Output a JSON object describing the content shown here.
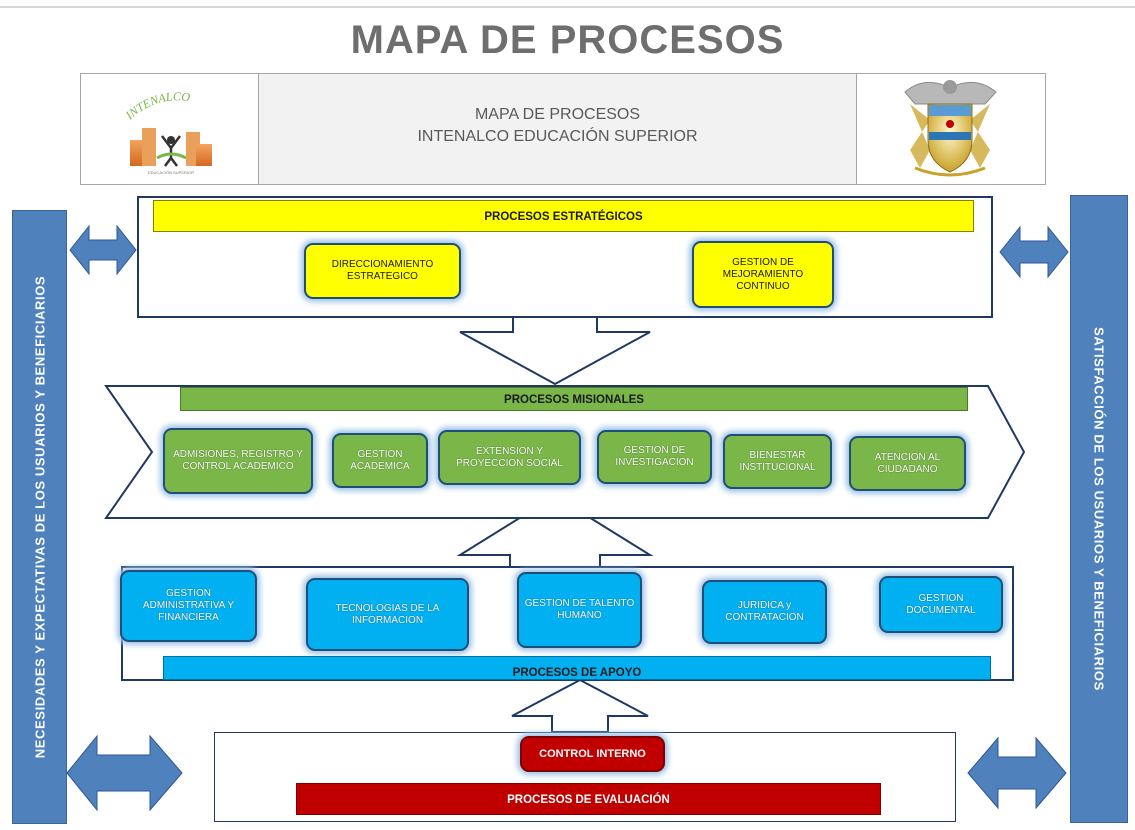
{
  "title": "MAPA DE PROCESOS",
  "header": {
    "line1": "MAPA DE PROCESOS",
    "line2": "INTENALCO EDUCACIÓN SUPERIOR",
    "logo_text": "INTENALCO",
    "logo_subtext": "EDUCACIÓN SUPERIOR"
  },
  "left_label": "NECESIDADES Y EXPECTATIVAS DE LOS USUARIOS Y BENEFICIARIOS",
  "right_label": "SATISFACCIÓN DE LOS USUARIOS Y BENEFICIARIOS",
  "estrategicos": {
    "label": "PROCESOS ESTRATÉGICOS",
    "items": [
      "DIRECCIONAMIENTO ESTRATEGICO",
      "GESTION DE MEJORAMIENTO CONTINUO"
    ]
  },
  "misionales": {
    "label": "PROCESOS MISIONALES",
    "items": [
      "ADMISIONES, REGISTRO Y CONTROL ACADEMICO",
      "GESTION ACADEMICA",
      "EXTENSION Y PROYECCION SOCIAL",
      "GESTION DE INVESTIGACION",
      "BIENESTAR INSTITUCIONAL",
      "ATENCION AL CIUDADANO"
    ]
  },
  "apoyo": {
    "label": "PROCESOS DE APOYO",
    "items": [
      "GESTION ADMINISTRATIVA Y FINANCIERA",
      "TECNOLOGIAS DE LA INFORMACION",
      "GESTION DE TALENTO HUMANO",
      "JURIDICA y CONTRATACION",
      "GESTION DOCUMENTAL"
    ]
  },
  "evaluacion": {
    "label": "PROCESOS DE EVALUACIÓN",
    "items": [
      "CONTROL INTERNO"
    ]
  },
  "colors": {
    "estrategicos": "#ffff00",
    "misionales": "#7ab648",
    "apoyo": "#00b0f0",
    "evaluacion": "#c00000",
    "side_bars": "#4f81bd",
    "arrows": "#4f81bd"
  }
}
